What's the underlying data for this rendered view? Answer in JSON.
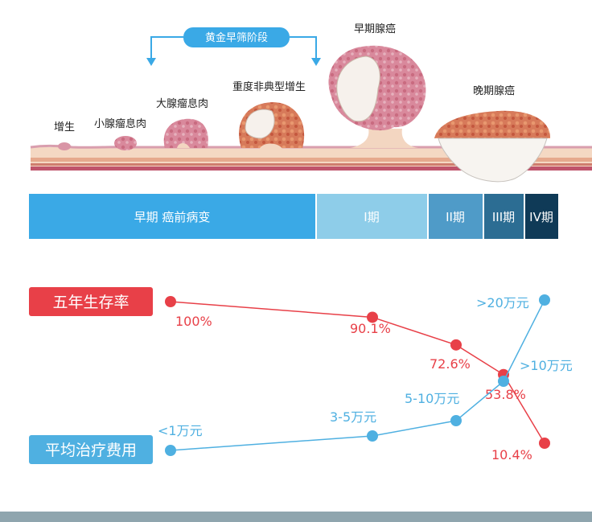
{
  "stages": {
    "golden_window": "黄金早筛阶段",
    "hyperplasia": "增生",
    "small_adenoma": "小腺瘤息肉",
    "large_adenoma": "大腺瘤息肉",
    "severe_atypical": "重度非典型增生",
    "early_cancer": "早期腺癌",
    "late_cancer": "晚期腺癌"
  },
  "phase_bar": {
    "segments": [
      {
        "label": "早期  癌前病变",
        "color": "#3aa9e6"
      },
      {
        "label": "I期",
        "color": "#8ecde9"
      },
      {
        "label": "II期",
        "color": "#4f9bc8"
      },
      {
        "label": "III期",
        "color": "#2c6d93"
      },
      {
        "label": "IV期",
        "color": "#0f3a57"
      }
    ]
  },
  "colors": {
    "survival": "#e84048",
    "cost": "#4fb0e1",
    "tissue_pink": "#dba3b1",
    "tissue_base": "#f3d6c1"
  },
  "chart_data": {
    "type": "line",
    "series": [
      {
        "name": "五年生存率",
        "values": [
          100,
          90.1,
          72.6,
          53.8,
          10.4
        ],
        "labels": [
          "100%",
          "90.1%",
          "72.6%",
          "53.8%",
          "10.4%"
        ]
      },
      {
        "name": "平均治疗费用",
        "labels": [
          "<1万元",
          "3-5万元",
          "5-10万元",
          ">10万元",
          ">20万元"
        ]
      }
    ]
  }
}
